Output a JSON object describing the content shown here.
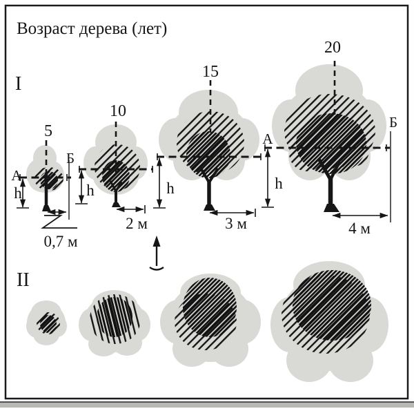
{
  "title": "Возраст дерева (лет)",
  "row_labels": {
    "side": "I",
    "plan": "II"
  },
  "trees": [
    {
      "age": "5",
      "height_label": "h",
      "radius_label": "0,7 м",
      "point_a": "А",
      "point_b": "Б"
    },
    {
      "age": "10",
      "height_label": "h",
      "radius_label": "2 м"
    },
    {
      "age": "15",
      "height_label": "h",
      "radius_label": "3 м"
    },
    {
      "age": "20",
      "height_label": "h",
      "radius_label": "4 м",
      "point_a": "А",
      "point_b": "Б"
    }
  ],
  "colors": {
    "ink": "#161616",
    "crown_fill": "#d9d9d6",
    "footer_bar": "#b8b8b5",
    "background": "#ffffff"
  }
}
